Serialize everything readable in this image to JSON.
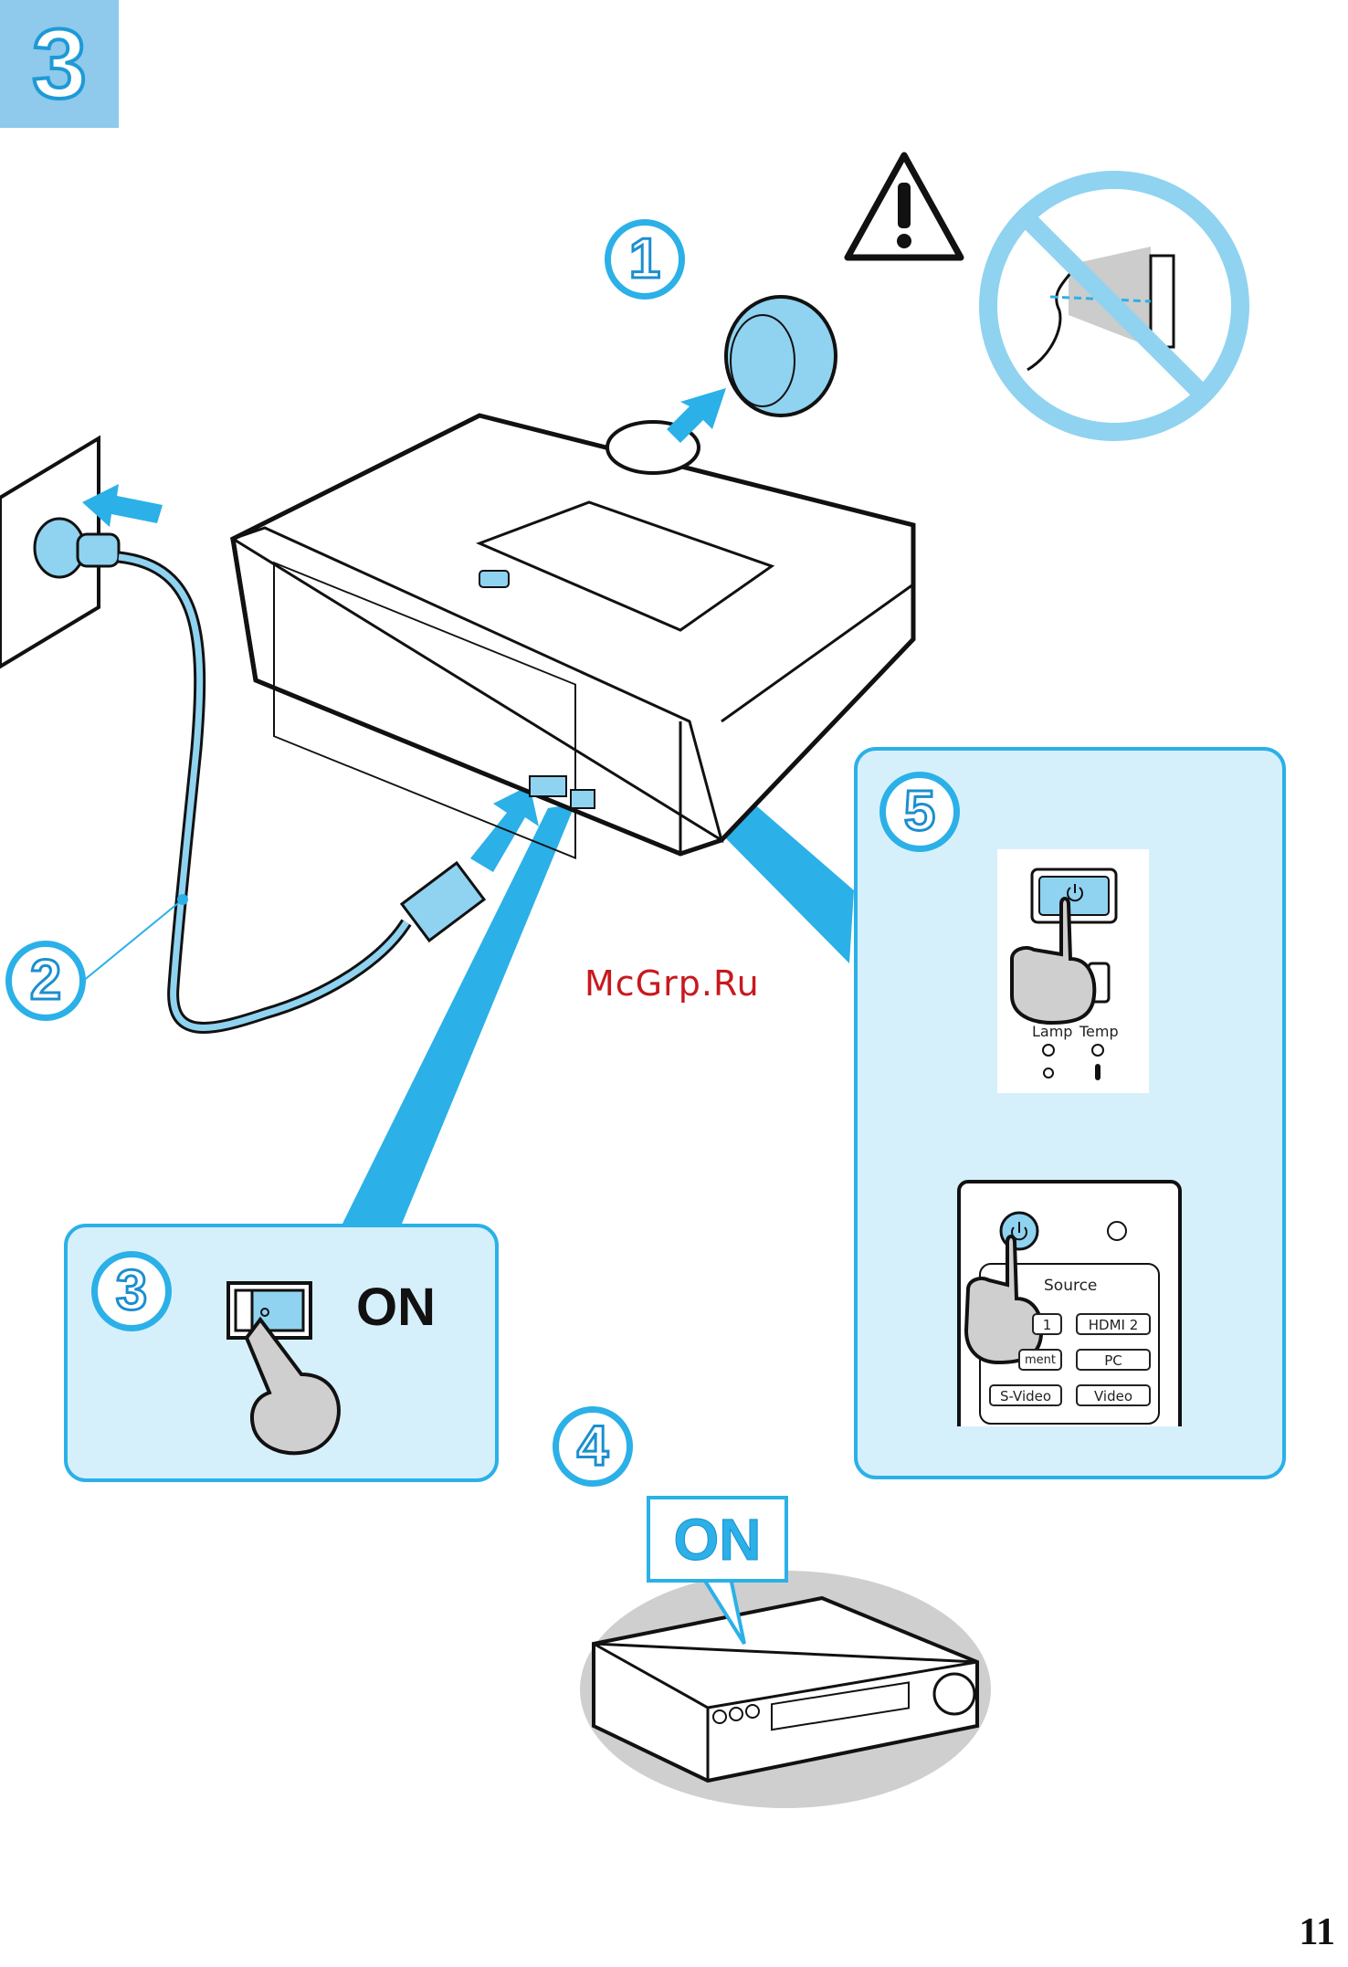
{
  "step_badge": {
    "number": "3"
  },
  "steps": {
    "one": "1",
    "two": "2",
    "three": "3",
    "four": "4",
    "five": "5"
  },
  "panel_3": {
    "on_label": "ON"
  },
  "device_callout": {
    "on_label": "ON"
  },
  "control_panel": {
    "lamp_label": "Lamp",
    "temp_label": "Temp"
  },
  "remote": {
    "source_label": "Source",
    "buttons": [
      "1",
      "HDMI 2",
      "ment",
      "PC",
      "S-Video",
      "Video"
    ]
  },
  "watermark": "McGrp.Ru",
  "page_number": "11",
  "colors": {
    "accent": "#2bb0e8",
    "panel_fill": "#d6f0fb",
    "badge_fill": "#8fc9ec",
    "hand_fill": "#cfcfcf"
  },
  "icons": [
    "warning-triangle-icon",
    "no-looking-into-lens-icon",
    "power-icon",
    "lamp-indicator-icon",
    "temp-indicator-icon",
    "light-icon"
  ]
}
